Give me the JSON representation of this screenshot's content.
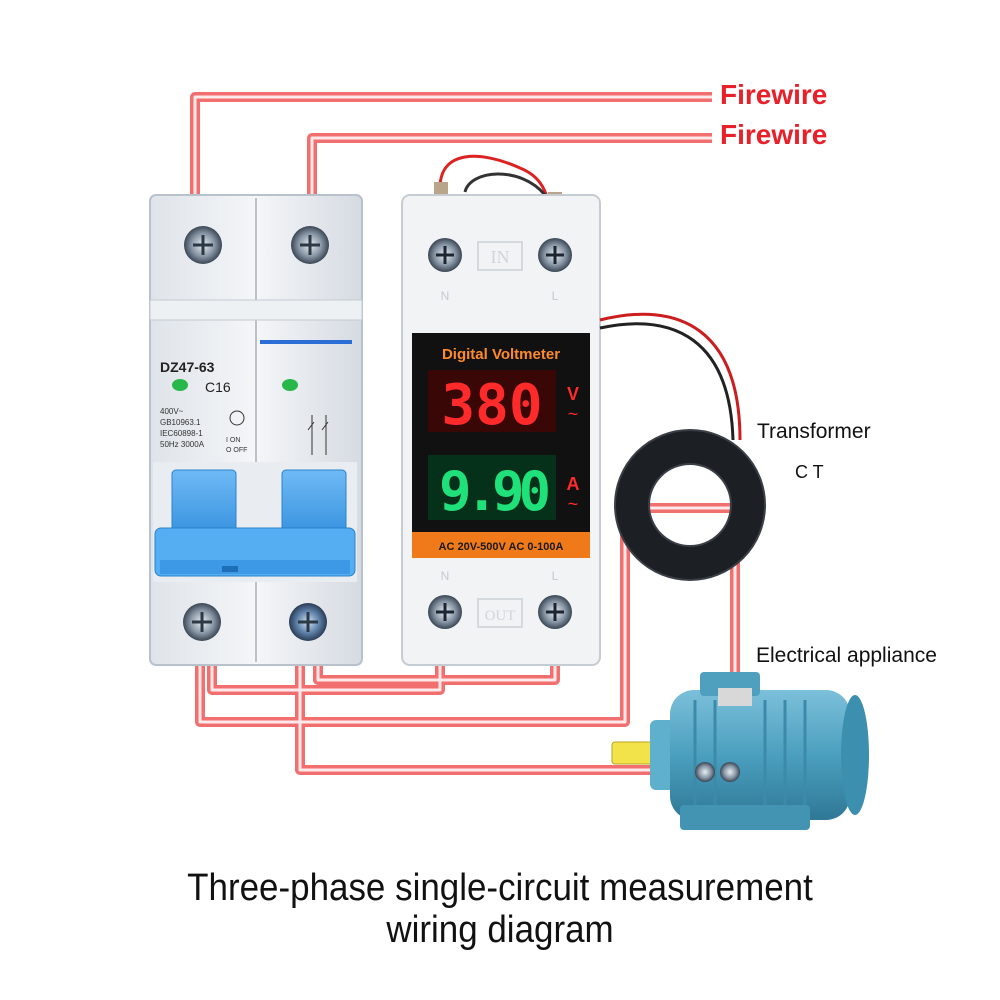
{
  "labels": {
    "firewire_1": "Firewire",
    "firewire_2": "Firewire",
    "transformer": "Transformer",
    "ct": "C T",
    "appliance": "Electrical appliance"
  },
  "breaker": {
    "model": "DZ47-63",
    "rating": "C16",
    "spec_lines": [
      "400V~",
      "GB10963.1",
      "IEC60898-1",
      "50Hz 3000A"
    ],
    "on_label": "I ON",
    "off_label": "O OFF"
  },
  "meter": {
    "title": "Digital Voltmeter",
    "voltage_reading": "380",
    "voltage_unit": "V",
    "current_reading": "9.90",
    "current_unit": "A",
    "range": "AC 20V-500V AC 0-100A",
    "in_label": "IN",
    "out_label": "OUT",
    "terminal_n": "N",
    "terminal_l": "L"
  },
  "caption": {
    "line1": "Three-phase single-circuit measurement",
    "line2": "wiring diagram"
  },
  "colors": {
    "wire": "#f06a6a",
    "firewire_text": "#e8202a",
    "voltage_display": "#ff2a2a",
    "current_display": "#20e07a",
    "breaker_handle": "#4aa8f0",
    "meter_band": "#f07a1a",
    "motor_body": "#4fa6c4"
  }
}
